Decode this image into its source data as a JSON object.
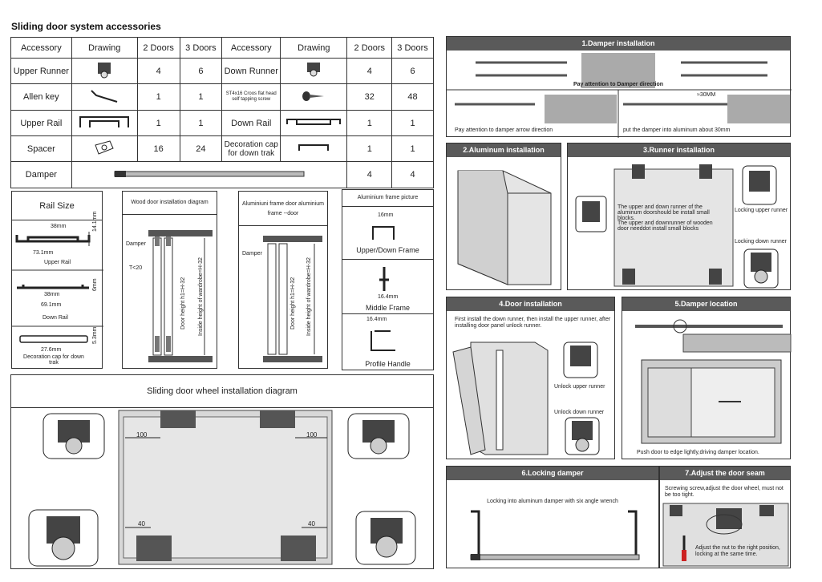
{
  "title": "Sliding door system accessories",
  "table": {
    "headers": [
      "Accessory",
      "Drawing",
      "2 Doors",
      "3 Doors",
      "Accessory",
      "Drawing",
      "2 Doors",
      "3 Doors"
    ],
    "rows": [
      {
        "a1": "Upper Runner",
        "d1": "upper-runner-drawing",
        "a1_2": "4",
        "a1_3": "6",
        "a2": "Down Runner",
        "d2": "down-runner-drawing",
        "a2_2": "4",
        "a2_3": "6"
      },
      {
        "a1": "Allen key",
        "d1": "allen-key-drawing",
        "a1_2": "1",
        "a1_3": "1",
        "a2": "ST4x16 Croos flat head self tapping screw",
        "d2": "screw-drawing",
        "a2_2": "32",
        "a2_3": "48"
      },
      {
        "a1": "Upper Rail",
        "d1": "upper-rail-drawing",
        "a1_2": "1",
        "a1_3": "1",
        "a2": "Down Rail",
        "d2": "down-rail-drawing",
        "a2_2": "1",
        "a2_3": "1"
      },
      {
        "a1": "Spacer",
        "d1": "spacer-drawing",
        "a1_2": "16",
        "a1_3": "24",
        "a2": "Decoration cap for down trak",
        "d2": "cap-drawing",
        "a2_2": "1",
        "a2_3": "1"
      },
      {
        "a1": "Damper",
        "d1": "damper-drawing",
        "a2_2": "4",
        "a2_3": "4"
      }
    ]
  },
  "rail_size": {
    "title": "Rail Size",
    "upper": {
      "width1": "38mm",
      "width2": "73.1mm",
      "height": "14.1mm",
      "label": "Upper Rail"
    },
    "down": {
      "width1": "38mm",
      "width2": "69.1mm",
      "height": "6mm",
      "label": "Down Rail"
    },
    "cap": {
      "width": "27.6mm",
      "height": "5.3mm",
      "label": "Decoration cap for down trak"
    }
  },
  "wood": {
    "title": "Wood door installation diagram",
    "damper": "Damper",
    "t": "T<20",
    "h1": "Door height h1=H-32",
    "h2": "Inside height of wardrobe=H-32"
  },
  "alu": {
    "title": "Aluminiuni frame door aluminium frame --door",
    "damper": "Damper",
    "h1": "Door height h1=H-32",
    "h2": "Inside height of wardrobe=H-32"
  },
  "alu_pic": {
    "title": "Aluminium frame picture",
    "upper_dim": "16mm",
    "upper_label": "Upper/Down Frame",
    "middle_dim": "16.4mm",
    "middle_label": "Middle Frame",
    "profile_dim": "16.4mm",
    "profile_label": "Profile Handle"
  },
  "wheel": {
    "title": "Sliding door wheel installation diagram",
    "d100": "100",
    "d40": "40"
  },
  "step1": {
    "title": "1.Damper installation",
    "note1": "Pay attention to Damper direction",
    "note2": "Pay attention to damper arrow direction",
    "note3": "put the damper into aluminum about 30mm",
    "mm": "≈30MM"
  },
  "step2": {
    "title": "2.Aluminum installation"
  },
  "step3": {
    "title": "3.Runner installation",
    "note1": "The upper and down runner of the aluminum doorshould be install small blocks.",
    "note2": "The upper and downrunner of wooden door needdot install small blocks",
    "lock_up": "Locking upper runner",
    "lock_down": "Locking down runner"
  },
  "step4": {
    "title": "4.Door installation",
    "note": "First install the down runner, then install the upper runner, after installing door panel unlock runner.",
    "unlock_up": "Unlock upper runner",
    "unlock_down": "Unlock down runner"
  },
  "step5": {
    "title": "5.Damper location",
    "note": "Push door to edge lightly,driving damper location."
  },
  "step6": {
    "title": "6.Locking damper",
    "note": "Locking into aluminum damper with six angle wrench"
  },
  "step7": {
    "title": "7.Adjust the door seam",
    "note1": "Screwing screw,adjust the door wheel, must not be too tight.",
    "note2": "Adjust the nut to the right position, locking at the same time."
  }
}
